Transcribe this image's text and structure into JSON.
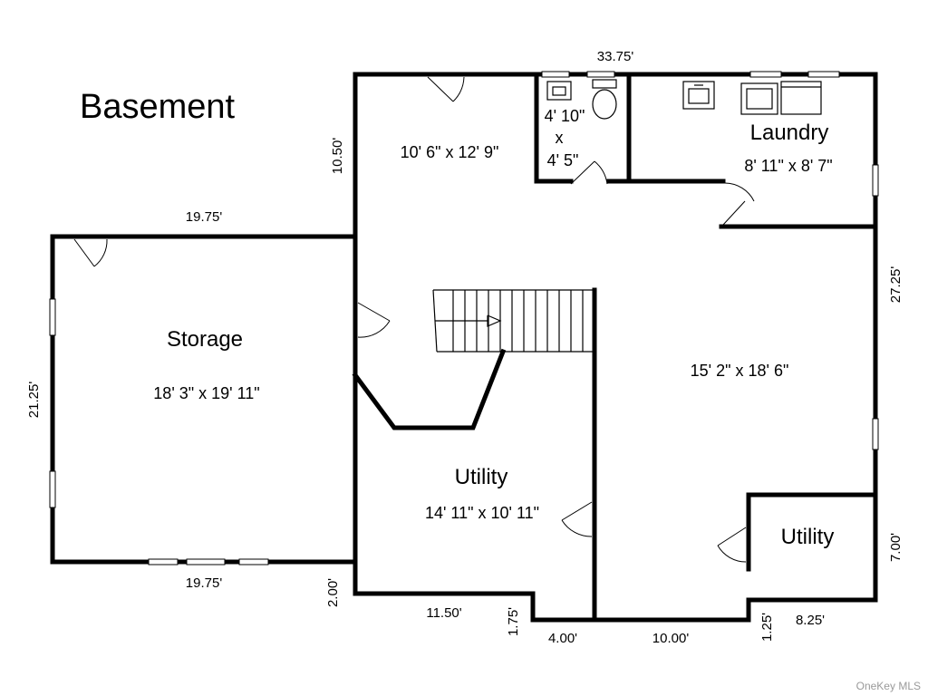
{
  "title": "Basement",
  "rooms": {
    "storage": {
      "name": "Storage",
      "size": "18' 3\" x 19' 11\""
    },
    "top_room": {
      "size": "10' 6\" x 12' 9\""
    },
    "bath": {
      "line1": "4' 10\"",
      "line2": "x",
      "line3": "4' 5\""
    },
    "laundry": {
      "name": "Laundry",
      "size": "8' 11\" x 8' 7\""
    },
    "main": {
      "size": "15' 2\" x 18' 6\""
    },
    "utility_left": {
      "name": "Utility",
      "size": "14' 11\" x 10' 11\""
    },
    "utility_right": {
      "name": "Utility"
    }
  },
  "dimensions": {
    "top": "33.75'",
    "storage_top": "19.75'",
    "storage_bottom": "19.75'",
    "left": "21.25'",
    "upper_left": "10.50'",
    "right": "27.25'",
    "right_lower": "7.00'",
    "d_2_00": "2.00'",
    "d_11_50": "11.50'",
    "d_1_75": "1.75'",
    "d_4_00": "4.00'",
    "d_10_00": "10.00'",
    "d_1_25": "1.25'",
    "d_8_25": "8.25'"
  },
  "watermark": "OneKey MLS"
}
